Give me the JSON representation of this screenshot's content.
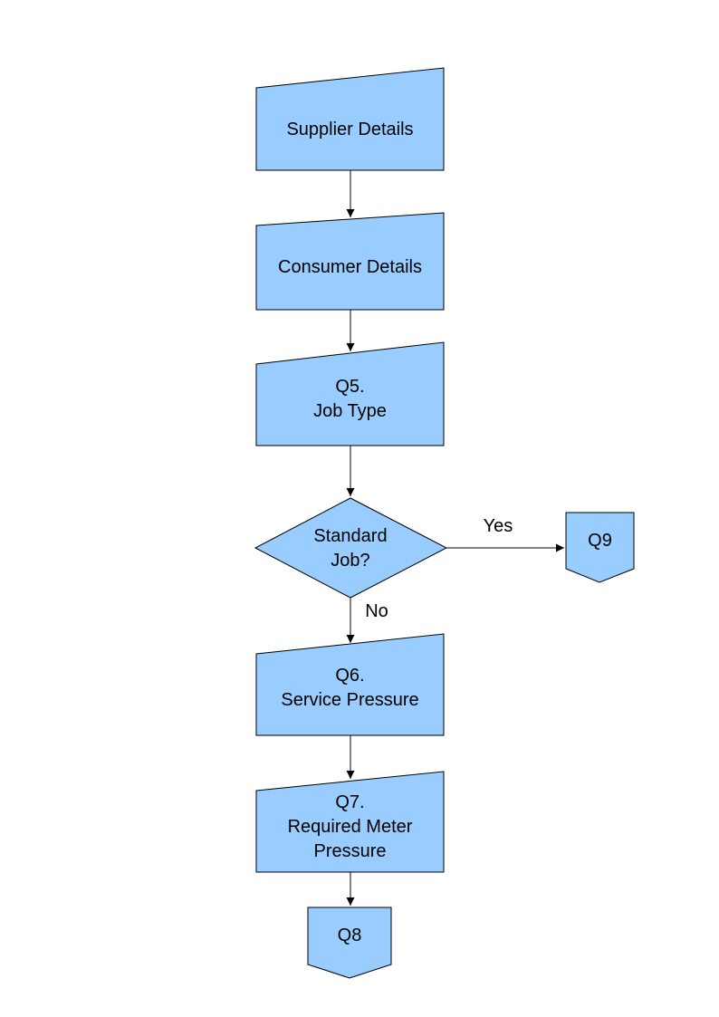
{
  "page": {
    "background": "#FFFFFF"
  },
  "colors": {
    "shape_fill": "#99CCFF",
    "shape_stroke": "#000000",
    "connector": "#000000",
    "text": "#000000"
  },
  "nodes": {
    "supplier": {
      "label": "Supplier Details",
      "shape": "manual-input"
    },
    "consumer": {
      "label": "Consumer Details",
      "shape": "manual-input"
    },
    "q5": {
      "label": "Q5.\nJob Type",
      "shape": "manual-input"
    },
    "decision": {
      "label": "Standard\nJob?",
      "shape": "decision-diamond"
    },
    "q9": {
      "label": "Q9",
      "shape": "off-page-connector"
    },
    "q6": {
      "label": "Q6.\nService Pressure",
      "shape": "manual-input"
    },
    "q7": {
      "label": "Q7.\nRequired Meter\nPressure",
      "shape": "manual-input"
    },
    "q8": {
      "label": "Q8",
      "shape": "off-page-connector"
    }
  },
  "edges": {
    "yes": {
      "label": "Yes"
    },
    "no": {
      "label": "No"
    }
  }
}
